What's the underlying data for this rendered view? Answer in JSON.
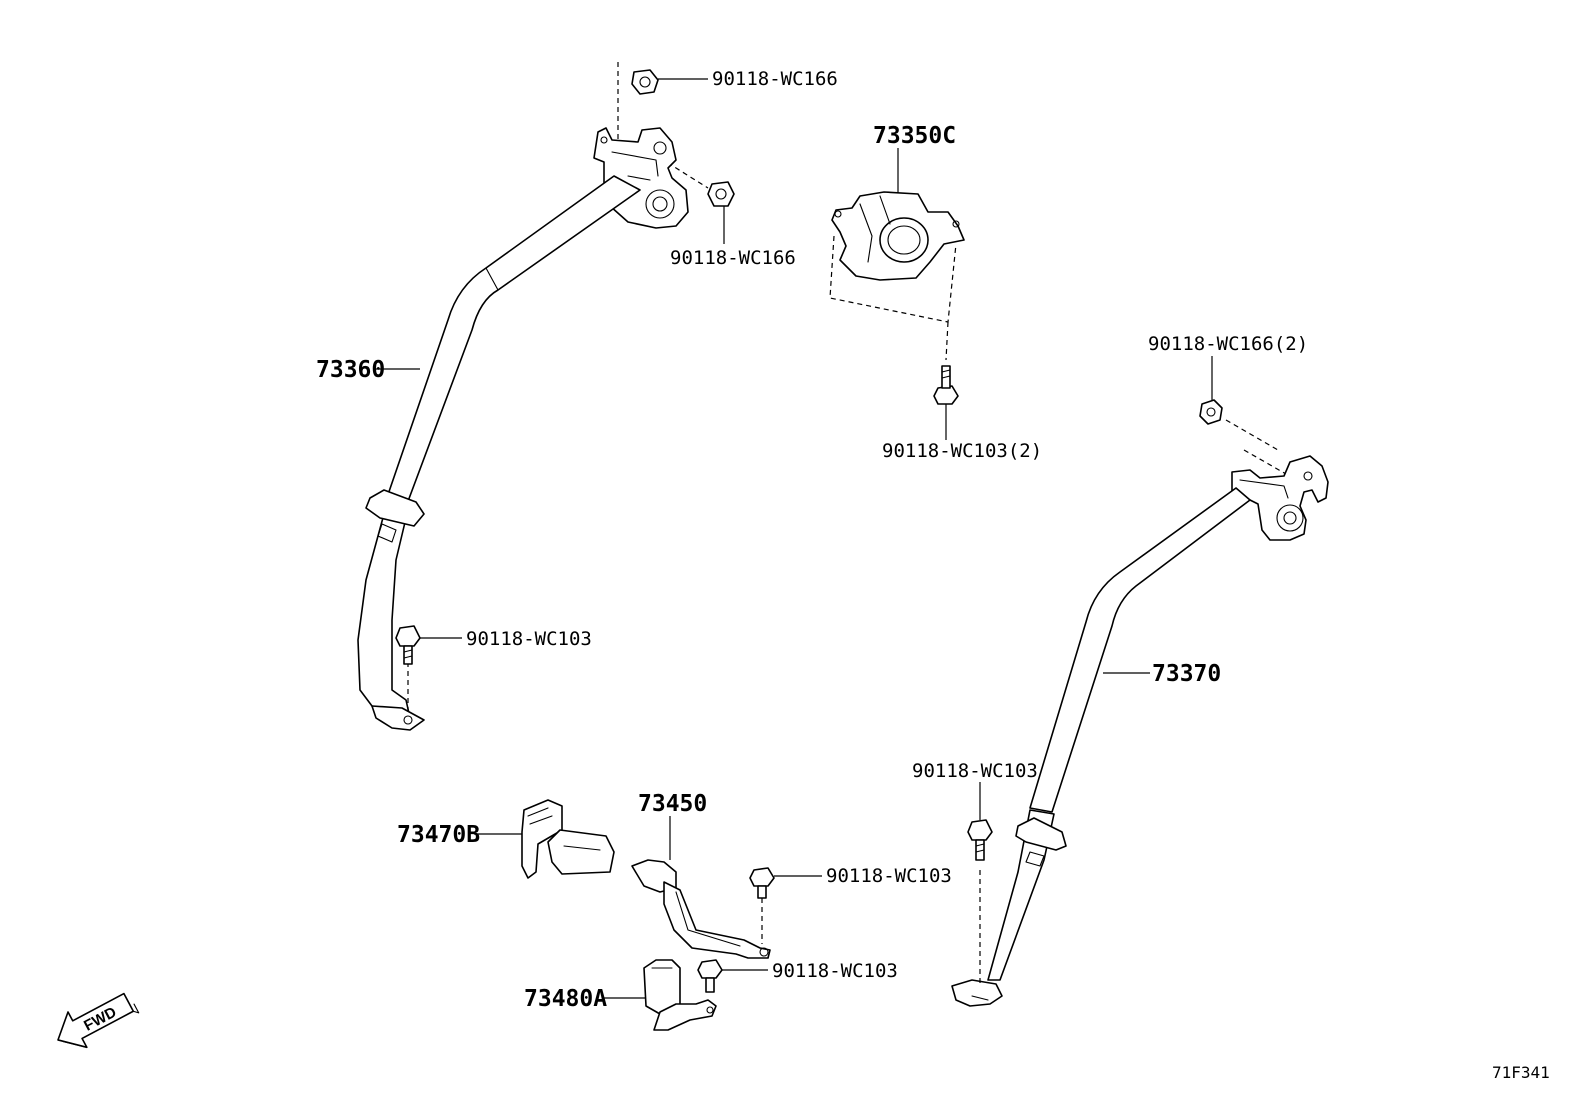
{
  "labels": {
    "p73360": "73360",
    "p73350c": "73350C",
    "p73370": "73370",
    "p73450": "73450",
    "p73470b": "73470B",
    "p73480a": "73480A",
    "nut_top": "90118-WC166",
    "nut_mid": "90118-WC166",
    "nut_right": "90118-WC166(2)",
    "bolt_center": "90118-WC103(2)",
    "bolt_left": "90118-WC103",
    "bolt_right": "90118-WC103",
    "bolt_73450": "90118-WC103",
    "bolt_73480": "90118-WC103"
  },
  "fwd_label": "FWD",
  "diagram_code": "71F341"
}
